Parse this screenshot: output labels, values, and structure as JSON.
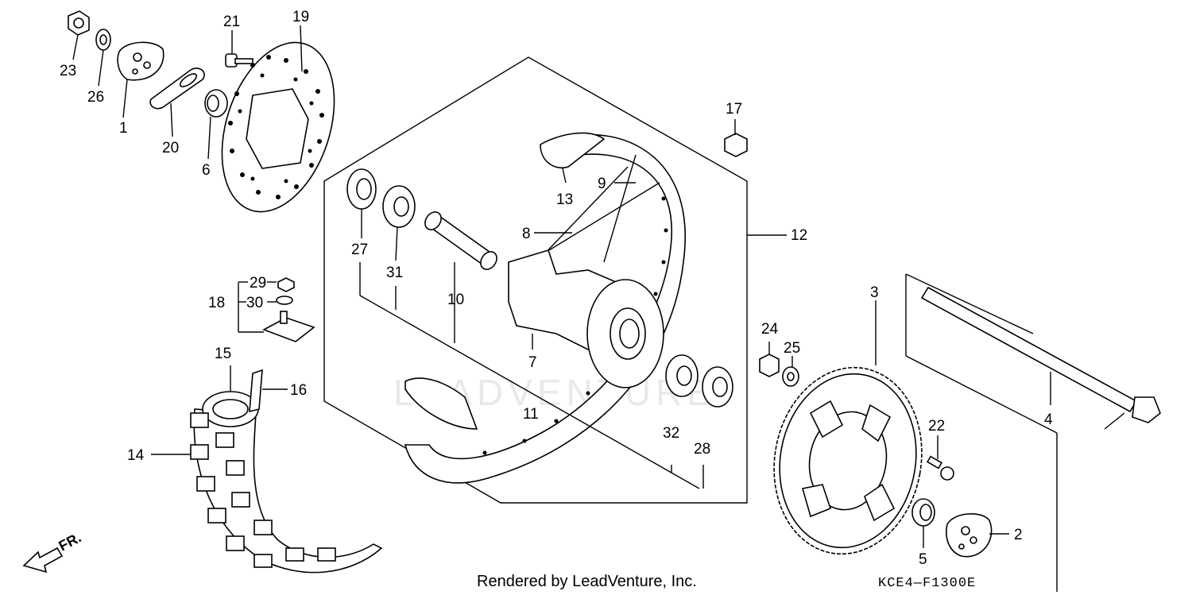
{
  "diagram": {
    "footer_credit": "Rendered by LeadVenture, Inc.",
    "diagram_code": "KCE4—F1300E",
    "front_indicator": "FR.",
    "watermark": "LEADVENTURE",
    "callouts": {
      "c1": "1",
      "c2": "2",
      "c3": "3",
      "c4": "4",
      "c5": "5",
      "c6": "6",
      "c7": "7",
      "c8": "8",
      "c9": "9",
      "c10": "10",
      "c11": "11",
      "c12": "12",
      "c13": "13",
      "c14": "14",
      "c15": "15",
      "c16": "16",
      "c17": "17",
      "c18": "18",
      "c19": "19",
      "c20": "20",
      "c21": "21",
      "c22": "22",
      "c23": "23",
      "c24": "24",
      "c25": "25",
      "c26": "26",
      "c27": "27",
      "c28": "28",
      "c29": "29",
      "c30": "30",
      "c31": "31",
      "c32": "32"
    }
  }
}
